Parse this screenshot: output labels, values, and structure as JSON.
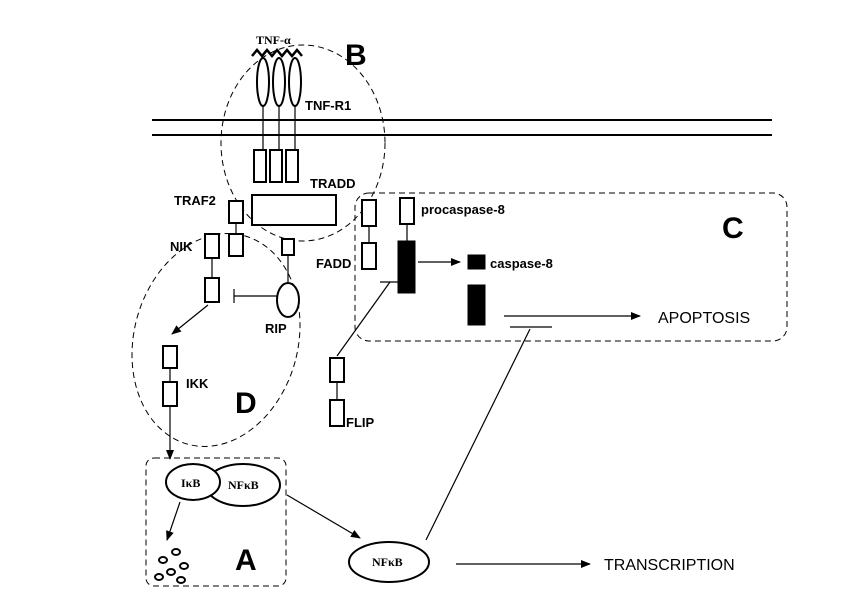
{
  "labels": {
    "tnf_alpha": "TNF-α",
    "tnf_r1": "TNF-R1",
    "tradd": "TRADD",
    "traf2": "TRAF2",
    "nik": "NIK",
    "rip": "RIP",
    "ikk": "IKK",
    "fadd": "FADD",
    "procaspase8": "procaspase-8",
    "caspase8": "caspase-8",
    "flip": "FLIP",
    "ikb": "IκB",
    "nfkb_complex": "NFκB",
    "nfkb_free": "NFκB",
    "apoptosis": "APOPTOSIS",
    "transcription": "TRANSCRIPTION"
  },
  "regions": {
    "a": "A",
    "b": "B",
    "c": "C",
    "d": "D"
  }
}
